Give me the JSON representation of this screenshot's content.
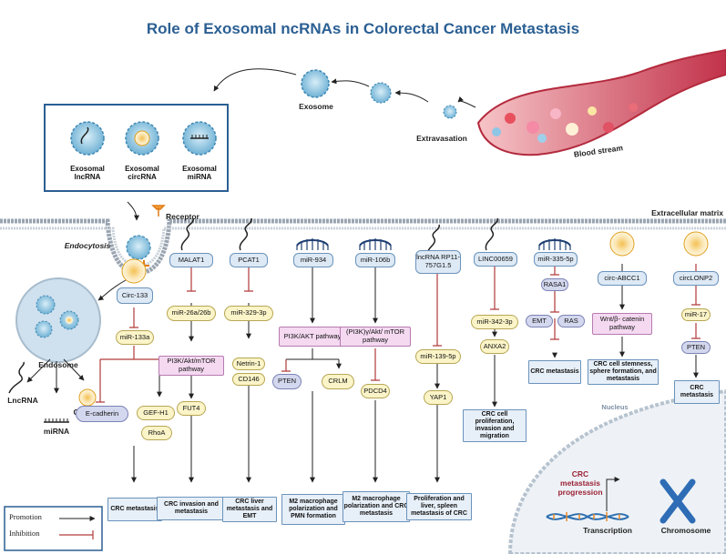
{
  "title": "Role of Exosomal ncRNAs in Colorectal Cancer Metastasis",
  "top": {
    "exosome": "Exosome",
    "extravasation": "Extravasation",
    "blood_stream": "Blood stream",
    "exosomal_lncrna": "Exosomal lncRNA",
    "exosomal_circrna": "Exosomal circRNA",
    "exosomal_mirna": "Exosomal miRNA",
    "receptor": "Receptor",
    "extracellular_matrix": "Extracellular matrix",
    "endocytosis": "Endocytosis"
  },
  "endosome": {
    "label": "Endosome",
    "lncrna": "LncRNA",
    "circrna": "CircRNA",
    "mirna": "miRNA"
  },
  "pathways": {
    "circ133": {
      "source": "Circ-133",
      "mid": "miR-133a",
      "t1": "E-cadherin",
      "t2": "GEF-H1",
      "t3": "RhoA",
      "outcome": "CRC metastasis"
    },
    "malat1": {
      "source": "MALAT1",
      "mid": "miR-26a/26b",
      "path": "PI3K/Akt/mTOR pathway",
      "target": "FUT4",
      "outcome": "CRC invasion and metastasis"
    },
    "pcat1": {
      "source": "PCAT1",
      "mid": "miR-329-3p",
      "t1": "Netrin-1",
      "t2": "CD146",
      "outcome": "CRC liver metastasis and EMT"
    },
    "mir934": {
      "source": "miR-934",
      "path": "PI3K/AKT pathway",
      "t1": "PTEN",
      "t2": "CRLM",
      "outcome": "M2 macrophage polarization and PMN formation"
    },
    "mir106b": {
      "source": "miR-106b",
      "path": "(PI3K)γ/Akt/ mTOR pathway",
      "target": "PDCD4",
      "outcome": "M2 macrophage polarization and CRC metastasis"
    },
    "rp11": {
      "source": "lncRNA RP11-757G1.5",
      "mid": "miR-139-5p",
      "target": "YAP1",
      "outcome": "Proliferation and liver, spleen metastasis of CRC"
    },
    "linc00659": {
      "source": "LINC00659",
      "mid": "miR-342-3p",
      "target": "ANXA2",
      "outcome": "CRC cell proliferation, invasion and migration"
    },
    "mir335": {
      "source": "miR-335-5p",
      "mid": "RASA1",
      "t1": "EMT",
      "t2": "RAS",
      "outcome": "CRC metastasis"
    },
    "circabcc1": {
      "source": "circ-ABCC1",
      "path": "Wnt/β- catenin pathway",
      "outcome": "CRC cell stemness, sphere formation, and metastasis"
    },
    "circlonp2": {
      "source": "circLONP2",
      "mid": "miR-17",
      "target": "PTEN",
      "outcome": "CRC metastasis"
    }
  },
  "nucleus": {
    "label": "Nucleus",
    "progression": "CRC metastasis progression",
    "transcription": "Transcription",
    "chromosome": "Chromosome"
  },
  "legend": {
    "promotion": "Promotion",
    "inhibition": "Inhibition"
  },
  "colors": {
    "title": "#2b5f93",
    "promotion": "#222222",
    "inhibition": "#b23a3a",
    "box_blue": "#dde9f5",
    "box_yellow": "#fbf4c8",
    "box_pink": "#f4d9f1",
    "box_lavender": "#d4d8ee"
  }
}
